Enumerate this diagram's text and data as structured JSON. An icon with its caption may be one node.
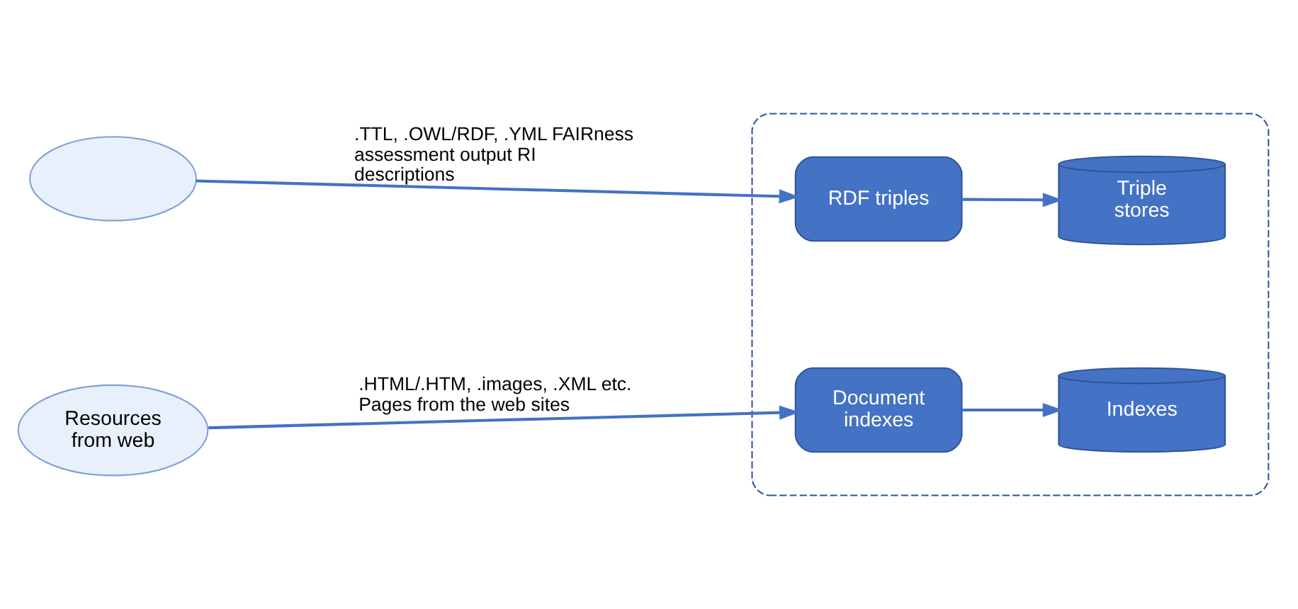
{
  "diagram": {
    "nodes": [
      {
        "text": [],
        "shape": "cloud"
      },
      {
        "text": [],
        "shape": "box"
      },
      {
        "text": [
          "RDF triples"
        ],
        "in": 1
      },
      {
        "text": [
          "Triple stores"
        ],
        "in": 1
      },
      {
        "text": [
          "Resources from web"
        ]
      },
      {
        "text": [
          "Document indexes"
        ],
        "in": 1
      },
      {
        "text": [
          "Indexes"
        ],
        "in": 1
      }
    ],
    "edges": [
      {
        "from": 0,
        "to": 2,
        "arrow": "to",
        "label": ".TTL, .OWL/RDF, .YML FAIRness assessment output RI descriptions"
      },
      {
        "from": 2,
        "to": 3,
        "arrow": "to"
      },
      {
        "from": 4,
        "to": 5,
        "arrow": "to",
        "label": ".HTML/.HTM, .images, .XML etc. Pages from the web sites"
      },
      {
        "from": 5,
        "to": 6,
        "arrow": "to"
      }
    ]
  }
}
